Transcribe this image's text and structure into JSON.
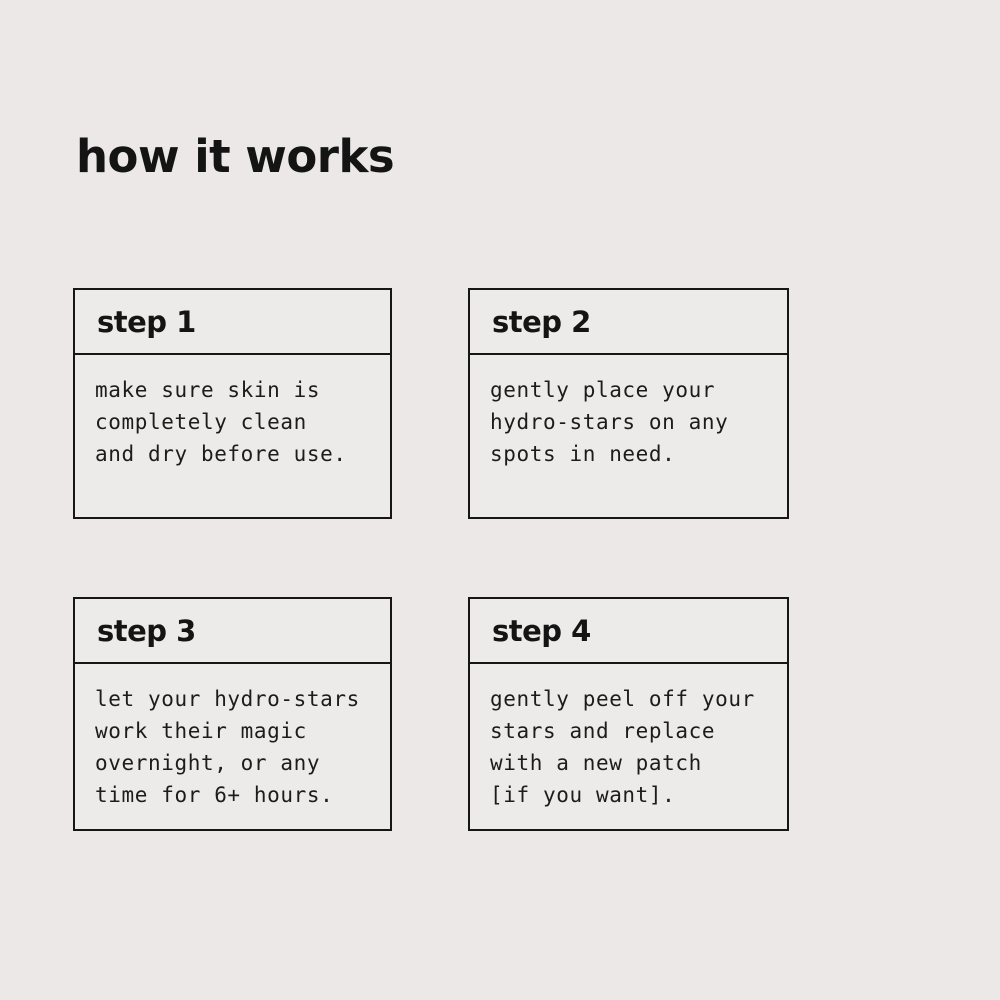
{
  "page": {
    "title": "how it works"
  },
  "steps": [
    {
      "label": "step 1",
      "body": "make sure skin is\ncompletely clean\nand dry before use."
    },
    {
      "label": "step 2",
      "body": "gently place your\nhydro-stars on any\nspots in need."
    },
    {
      "label": "step 3",
      "body": "let your hydro-stars\nwork their magic\novernight, or any\ntime for 6+ hours."
    },
    {
      "label": "step 4",
      "body": "gently peel off your\nstars and replace\nwith a new patch\n[if you want]."
    }
  ],
  "colors": {
    "page_background": "#ebe8e7",
    "box_background": "#edebe9",
    "border": "#161616",
    "text": "#1d1d1d"
  }
}
